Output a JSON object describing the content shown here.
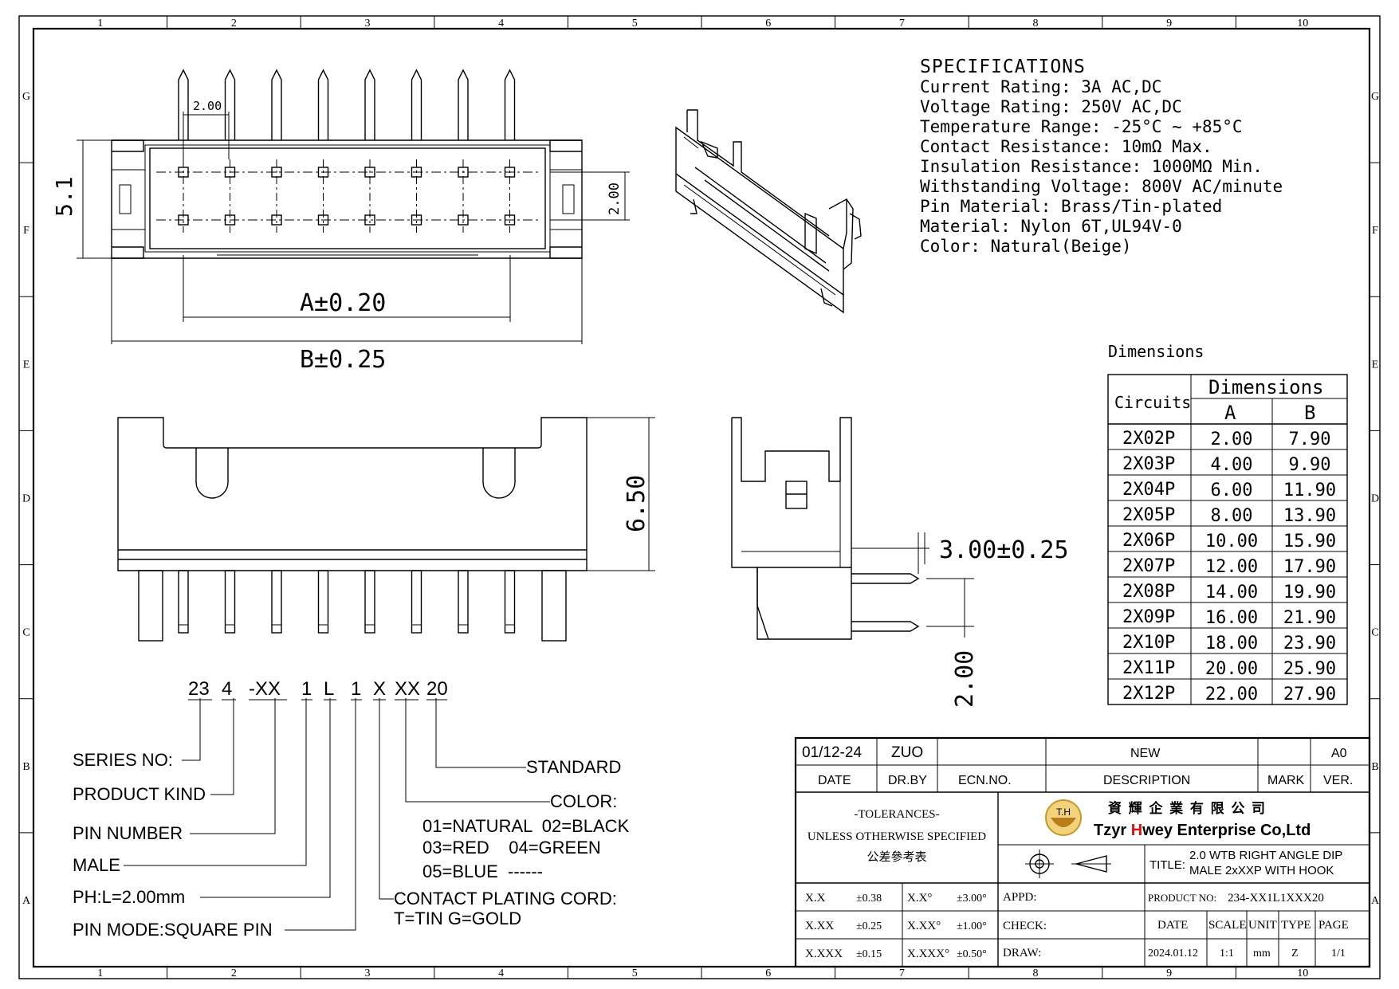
{
  "frame": {
    "columns": [
      "1",
      "2",
      "3",
      "4",
      "5",
      "6",
      "7",
      "8",
      "9",
      "10"
    ],
    "rows": [
      "G",
      "F",
      "E",
      "D",
      "C",
      "B",
      "A"
    ]
  },
  "specifications": {
    "heading": "SPECIFICATIONS",
    "lines": [
      "Current Rating: 3A AC,DC",
      "Voltage Rating: 250V AC,DC",
      "Temperature Range: -25°C ~ +85°C",
      "Contact Resistance: 10mΩ Max.",
      "Insulation Resistance: 1000MΩ Min.",
      "Withstanding Voltage: 800V AC/minute",
      "Pin Material: Brass/Tin-plated",
      "Material: Nylon 6T,UL94V-0",
      "Color: Natural(Beige)"
    ]
  },
  "top_view": {
    "pitch_label": "2.00",
    "row_pitch_label": "2.00",
    "height_label": "5.1",
    "dim_a_label": "A±0.20",
    "dim_b_label": "B±0.25"
  },
  "front_view": {
    "height_label": "6.50"
  },
  "side_view": {
    "offset_label": "3.00±0.25",
    "pitch_label": "2.00"
  },
  "dimensions_table": {
    "title": "Dimensions",
    "col_circuits": "Circuits",
    "col_group": "Dimensions",
    "col_a": "A",
    "col_b": "B",
    "rows": [
      {
        "circuits": "2X02P",
        "a": "2.00",
        "b": "7.90"
      },
      {
        "circuits": "2X03P",
        "a": "4.00",
        "b": "9.90"
      },
      {
        "circuits": "2X04P",
        "a": "6.00",
        "b": "11.90"
      },
      {
        "circuits": "2X05P",
        "a": "8.00",
        "b": "13.90"
      },
      {
        "circuits": "2X06P",
        "a": "10.00",
        "b": "15.90"
      },
      {
        "circuits": "2X07P",
        "a": "12.00",
        "b": "17.90"
      },
      {
        "circuits": "2X08P",
        "a": "14.00",
        "b": "19.90"
      },
      {
        "circuits": "2X09P",
        "a": "16.00",
        "b": "21.90"
      },
      {
        "circuits": "2X10P",
        "a": "18.00",
        "b": "23.90"
      },
      {
        "circuits": "2X11P",
        "a": "20.00",
        "b": "25.90"
      },
      {
        "circuits": "2X12P",
        "a": "22.00",
        "b": "27.90"
      }
    ]
  },
  "part_code": {
    "segments": [
      "23",
      "4",
      "-XX",
      "1",
      "L",
      "1",
      "X",
      "XX",
      "20"
    ],
    "labels": {
      "series": "SERIES NO:",
      "kind": "PRODUCT KIND",
      "pin_number": "PIN NUMBER",
      "male": "MALE",
      "ph": "PH:L=2.00mm",
      "pin_mode": "PIN MODE:SQUARE PIN",
      "standard": "STANDARD",
      "color": "COLOR:",
      "color_opts_1": "01=NATURAL  02=BLACK",
      "color_opts_2": "03=RED    04=GREEN",
      "color_opts_3": "05=BLUE  ------",
      "plating": "CONTACT PLATING CORD:",
      "plating_opts": "T=TIN G=GOLD"
    }
  },
  "title_block": {
    "rev_date": "01/12-24",
    "rev_by": "ZUO",
    "rev_desc": "NEW",
    "rev_ver": "A0",
    "hdr_date": "DATE",
    "hdr_drby": "DR.BY",
    "hdr_ecn": "ECN.NO.",
    "hdr_desc": "DESCRIPTION",
    "hdr_mark": "MARK",
    "hdr_ver": "VER.",
    "tol_1": "-TOLERANCES-",
    "tol_2": "UNLESS OTHERWISE SPECIFIED",
    "tol_3": "公差參考表",
    "logo_text": "T.H",
    "company_cn": "資 輝 企 業 有 限 公 司",
    "company_pre": "Tzyr ",
    "company_h": "H",
    "company_post": "wey Enterprise Co,Ltd",
    "title_label": "TITLE:",
    "title_1": "2.0 WTB RIGHT ANGLE DIP",
    "title_2": "MALE 2xXXP WITH HOOK",
    "tol_rows": [
      {
        "a": "X.X",
        "b": "±0.38",
        "c": "X.X°",
        "d": "±3.00°"
      },
      {
        "a": "X.XX",
        "b": "±0.25",
        "c": "X.XX°",
        "d": "±1.00°"
      },
      {
        "a": "X.XXX",
        "b": "±0.15",
        "c": "X.XXX°",
        "d": "±0.50°"
      }
    ],
    "appd": "APPD:",
    "check": "CHECK:",
    "draw": "DRAW:",
    "product_no_label": "PRODUCT NO:",
    "product_no": "234-XX1L1XXX20",
    "h_date": "DATE",
    "h_scale": "SCALE",
    "h_unit": "UNIT",
    "h_type": "TYPE",
    "h_page": "PAGE",
    "v_date": "2024.01.12",
    "v_scale": "1:1",
    "v_unit": "mm",
    "v_type": "Z",
    "v_page": "1/1"
  }
}
